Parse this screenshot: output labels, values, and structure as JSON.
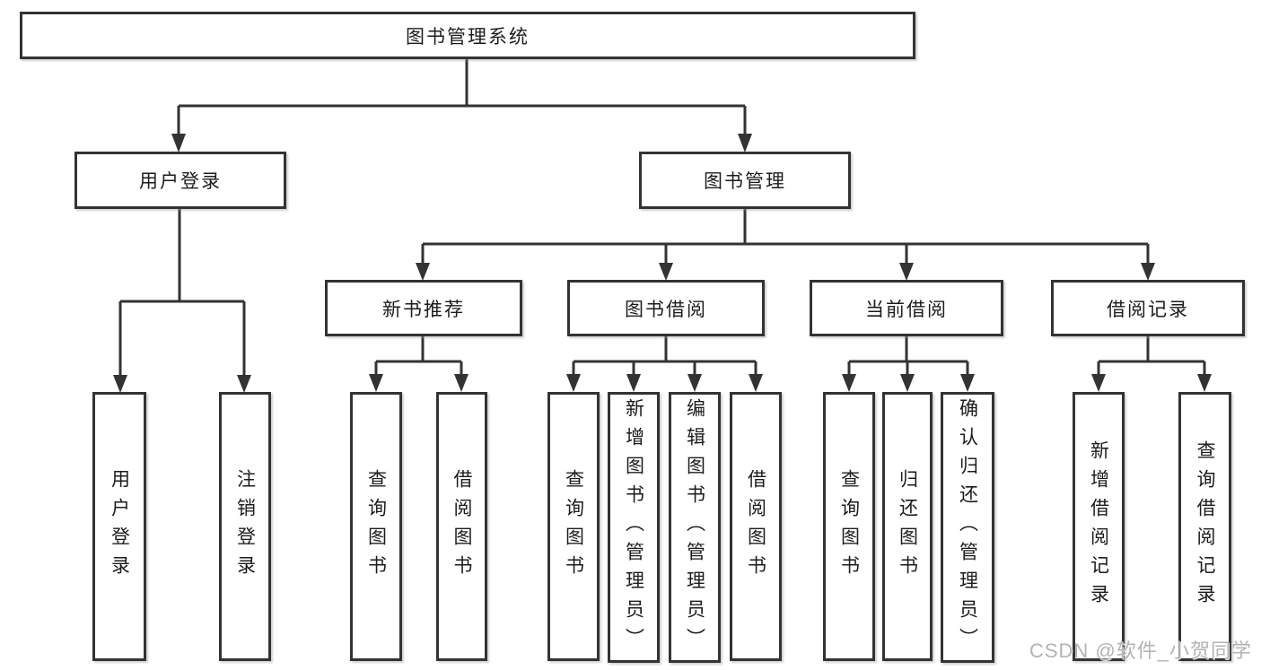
{
  "diagram": {
    "type": "hierarchy",
    "root": {
      "label": "图书管理系统"
    },
    "level2": [
      {
        "id": "user-login",
        "label": "用户登录"
      },
      {
        "id": "book-management",
        "label": "图书管理"
      }
    ],
    "level3": [
      {
        "id": "new-book-recommend",
        "label": "新书推荐",
        "parent": "图书管理"
      },
      {
        "id": "book-borrowing",
        "label": "图书借阅",
        "parent": "图书管理"
      },
      {
        "id": "current-borrowing",
        "label": "当前借阅",
        "parent": "图书管理"
      },
      {
        "id": "borrowing-records",
        "label": "借阅记录",
        "parent": "图书管理"
      }
    ],
    "leaves": {
      "user_login": [
        {
          "label": "用户登录"
        },
        {
          "label": "注销登录"
        }
      ],
      "new_book_recommend": [
        {
          "label": "查询图书"
        },
        {
          "label": "借阅图书"
        }
      ],
      "book_borrowing": [
        {
          "label": "查询图书"
        },
        {
          "label": "新增图书（管理员）"
        },
        {
          "label": "编辑图书（管理员）"
        },
        {
          "label": "借阅图书"
        }
      ],
      "current_borrowing": [
        {
          "label": "查询图书"
        },
        {
          "label": "归还图书"
        },
        {
          "label": "确认归还（管理员）"
        }
      ],
      "borrowing_records": [
        {
          "label": "新增借阅记录"
        },
        {
          "label": "查询借阅记录"
        }
      ]
    },
    "colors": {
      "line": "#333333",
      "border": "#333333",
      "text": "#1c1c1c",
      "background": "#ffffff",
      "watermark": "#b3b3b3"
    }
  },
  "watermark": {
    "text": "CSDN @软件_小贺同学"
  }
}
